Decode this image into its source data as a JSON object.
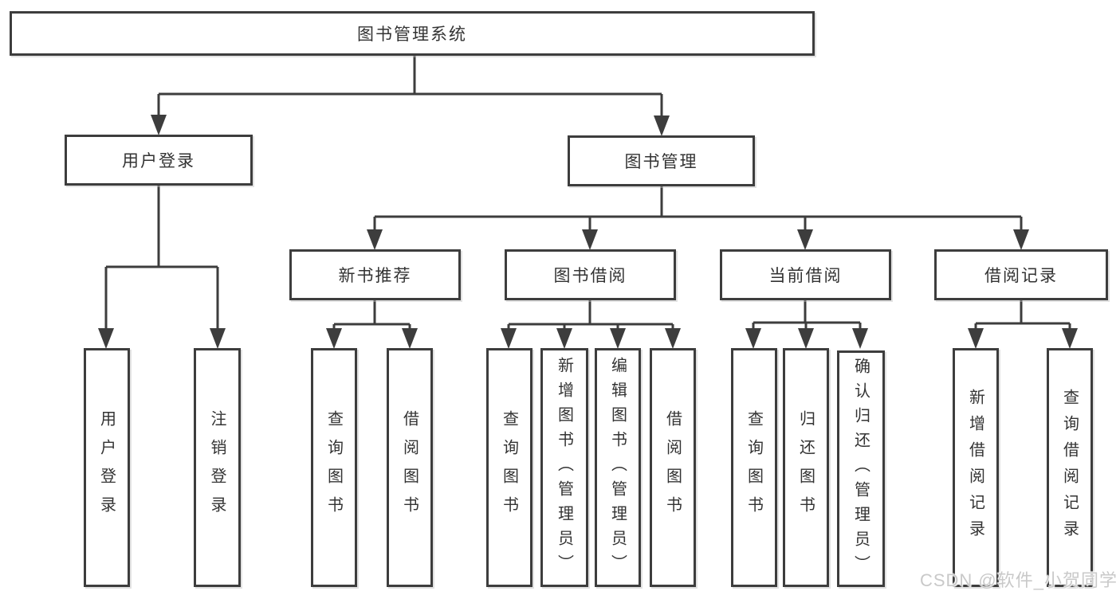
{
  "tree": {
    "root": {
      "label": "图书管理系统"
    },
    "branches": [
      {
        "label": "用户登录",
        "children": [
          {
            "label": "用户登录"
          },
          {
            "label": "注销登录"
          }
        ]
      },
      {
        "label": "图书管理",
        "children": [
          {
            "label": "新书推荐",
            "children": [
              {
                "label": "查询图书"
              },
              {
                "label": "借阅图书"
              }
            ]
          },
          {
            "label": "图书借阅",
            "children": [
              {
                "label": "查询图书"
              },
              {
                "label": "新增图书（管理员）"
              },
              {
                "label": "编辑图书（管理员）"
              },
              {
                "label": "借阅图书"
              }
            ]
          },
          {
            "label": "当前借阅",
            "children": [
              {
                "label": "查询图书"
              },
              {
                "label": "归还图书"
              },
              {
                "label": "确认归还（管理员）"
              }
            ]
          },
          {
            "label": "借阅记录",
            "children": [
              {
                "label": "新增借阅记录"
              },
              {
                "label": "查询借阅记录"
              }
            ]
          }
        ]
      }
    ]
  },
  "watermark": {
    "text": "CSDN @软件_小贺同学"
  },
  "colors": {
    "line": "#3d3d3d",
    "text": "#333333",
    "background": "#ffffff",
    "watermark": "#c9c9c9"
  }
}
